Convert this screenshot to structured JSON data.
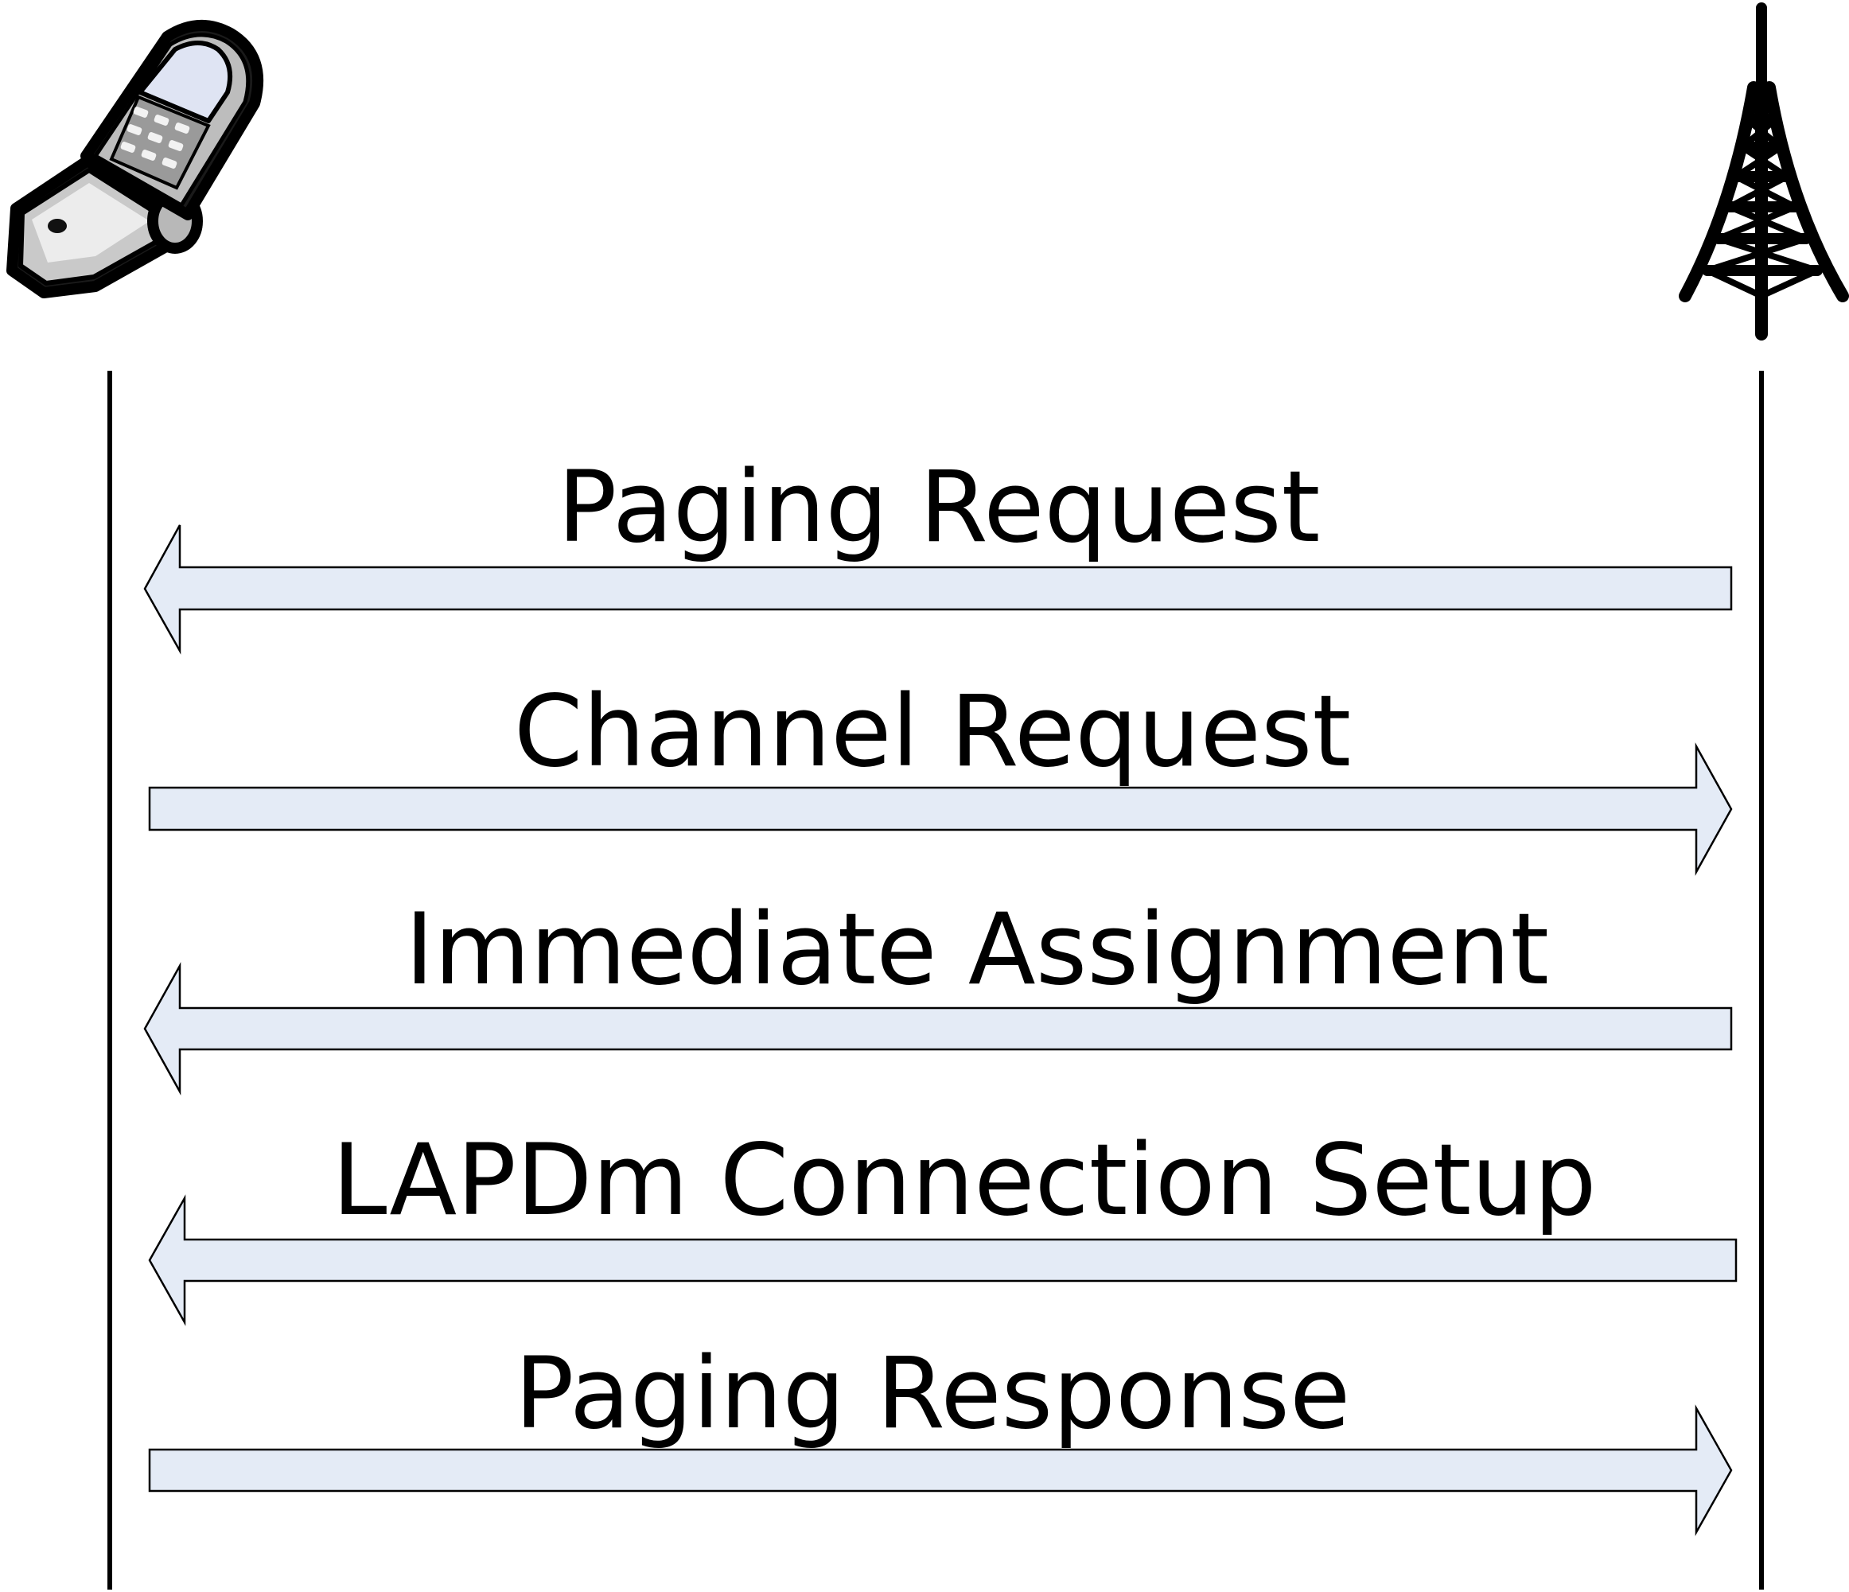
{
  "participants": [
    {
      "id": "mobile",
      "icon": "mobile-phone-icon"
    },
    {
      "id": "tower",
      "icon": "cell-tower-icon"
    }
  ],
  "colors": {
    "arrow_fill": "#e4ebf6",
    "line": "#000000",
    "phone_body": "#c8c8c8",
    "phone_screen": "#dde3f2"
  },
  "messages": [
    {
      "label": "Paging Request",
      "direction": "to-mobile"
    },
    {
      "label": "Channel Request",
      "direction": "to-tower"
    },
    {
      "label": "Immediate Assignment",
      "direction": "to-mobile"
    },
    {
      "label": "LAPDm Connection Setup",
      "direction": "to-mobile"
    },
    {
      "label": "Paging Response",
      "direction": "to-tower"
    }
  ]
}
